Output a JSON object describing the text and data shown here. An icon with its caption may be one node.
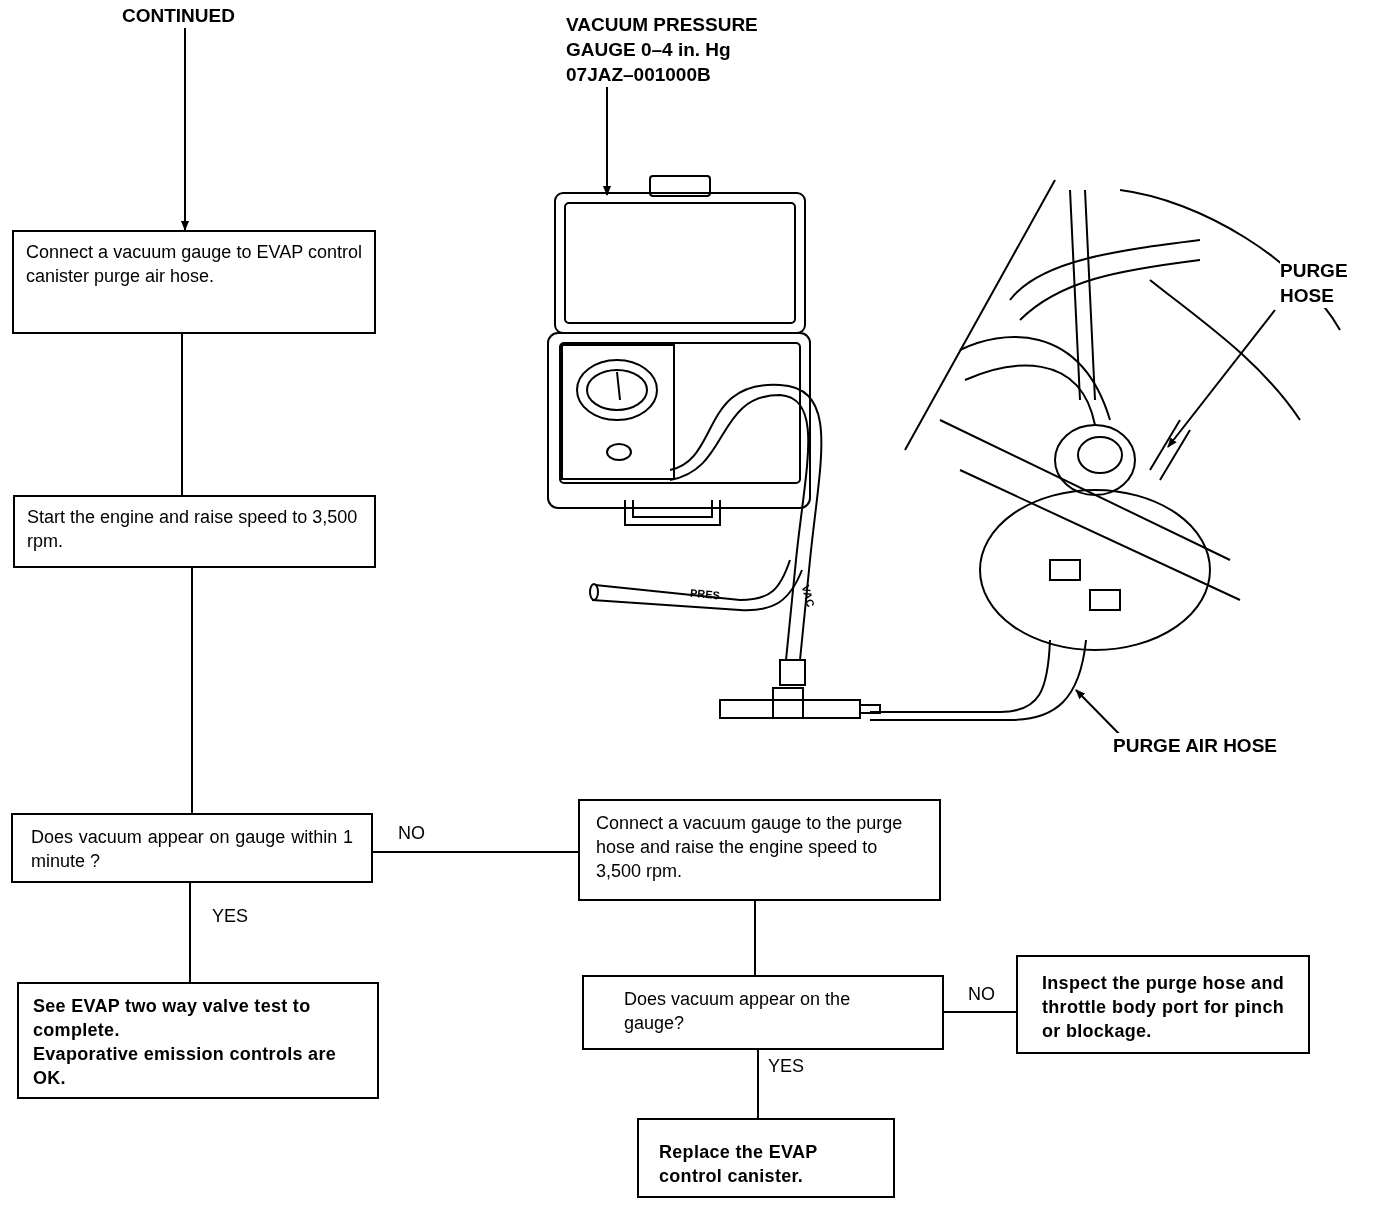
{
  "diagram": {
    "nodes": [
      {
        "text": [
          "CONTINUED"
        ]
      },
      {
        "text": [
          "Connect a vacuum gauge to EVAP control canister purge air hose."
        ]
      },
      {
        "text": [
          "Start the engine and raise speed to 3,500 rpm."
        ]
      },
      {
        "text": [
          "Does vacuum appear on gauge within 1 minute ?"
        ]
      },
      {
        "text": [
          "See EVAP two way valve test to complete.",
          "Evaporative emission controls are OK."
        ]
      },
      {
        "text": [
          "Connect a vacuum gauge to the purge hose and raise the engine speed to 3,500 rpm."
        ]
      },
      {
        "text": [
          "Does vacuum appear on the gauge?"
        ]
      },
      {
        "text": [
          "Inspect the purge hose and throttle body port for pinch or blockage."
        ]
      },
      {
        "text": [
          "Replace the EVAP control canister."
        ]
      },
      {
        "text": [
          "VACUUM PRESSURE GAUGE 0–4 in. Hg 07JAZ–001000B"
        ]
      },
      {
        "text": [
          "PURGE HOSE"
        ]
      },
      {
        "text": [
          "PURGE AIR HOSE"
        ]
      }
    ],
    "edges": [
      {
        "from": 0,
        "to": 1,
        "arrow": "to"
      },
      {
        "from": 1,
        "to": 2,
        "arrow": "none"
      },
      {
        "from": 2,
        "to": 3,
        "arrow": "none"
      },
      {
        "from": 3,
        "to": 4,
        "arrow": "none",
        "label": "YES"
      },
      {
        "from": 3,
        "to": 5,
        "arrow": "none",
        "label": "NO"
      },
      {
        "from": 5,
        "to": 6,
        "arrow": "none"
      },
      {
        "from": 6,
        "to": 7,
        "arrow": "none",
        "label": "NO"
      },
      {
        "from": 6,
        "to": 8,
        "arrow": "none",
        "label": "YES"
      },
      {
        "from": 9,
        "to": null,
        "arrow": "to"
      },
      {
        "from": 10,
        "to": null,
        "arrow": "to"
      },
      {
        "from": 11,
        "to": null,
        "arrow": "to"
      }
    ],
    "labels": [
      "PRES",
      "VAC"
    ]
  }
}
